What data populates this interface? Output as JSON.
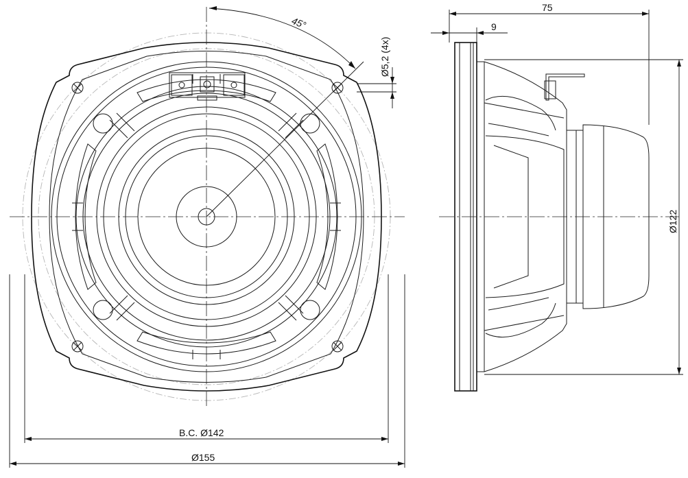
{
  "dimensions": {
    "angle_45": "45°",
    "hole_dia": "Ø5,2 (4x)",
    "depth_75": "75",
    "flange_9": "9",
    "magnet_dia": "Ø122",
    "bolt_circle": "B.C. Ø142",
    "outer_dia": "Ø155"
  }
}
